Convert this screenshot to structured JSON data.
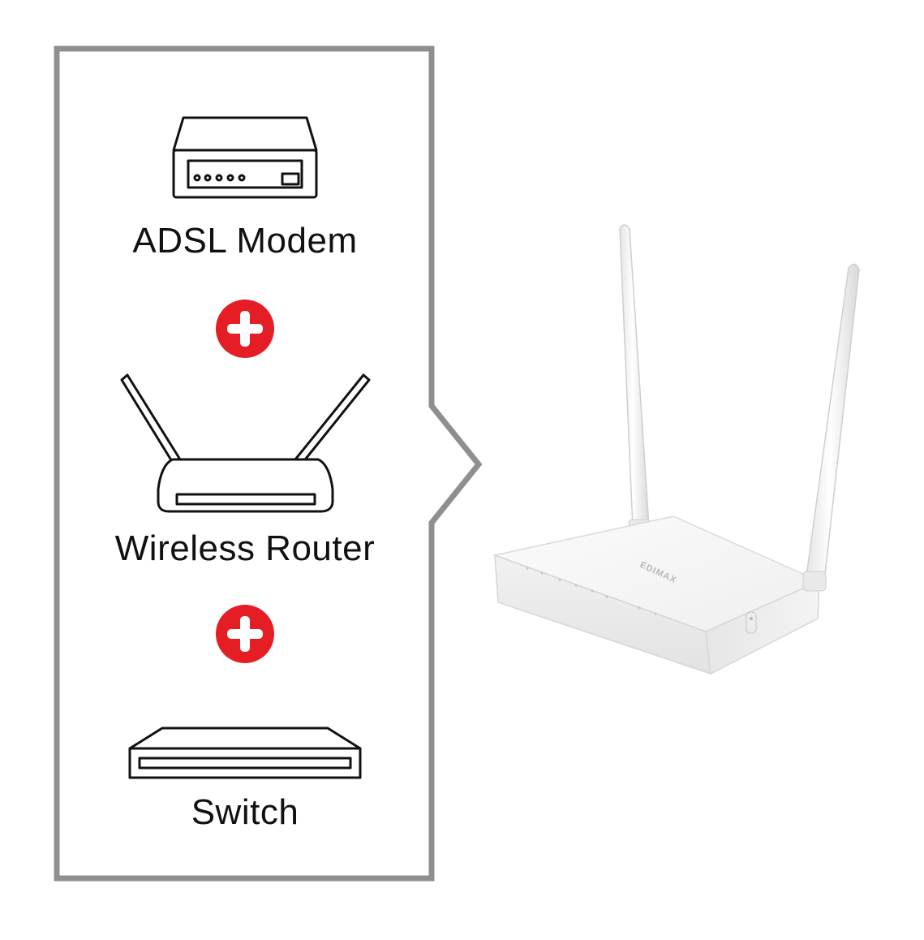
{
  "callout": {
    "border_color": "#8f8f8f"
  },
  "devices": [
    {
      "id": "modem",
      "label": "ADSL Modem",
      "icon": "adsl-modem-icon"
    },
    {
      "id": "router",
      "label": "Wireless Router",
      "icon": "wireless-router-icon"
    },
    {
      "id": "switch",
      "label": "Switch",
      "icon": "network-switch-icon"
    }
  ],
  "connectors": [
    {
      "icon": "plus-icon",
      "color": "#e51d25"
    },
    {
      "icon": "plus-icon",
      "color": "#e51d25"
    }
  ],
  "product": {
    "icon": "router-product-image",
    "brand_marking": "EDIMAX",
    "body_color": "#f6f6f6"
  }
}
